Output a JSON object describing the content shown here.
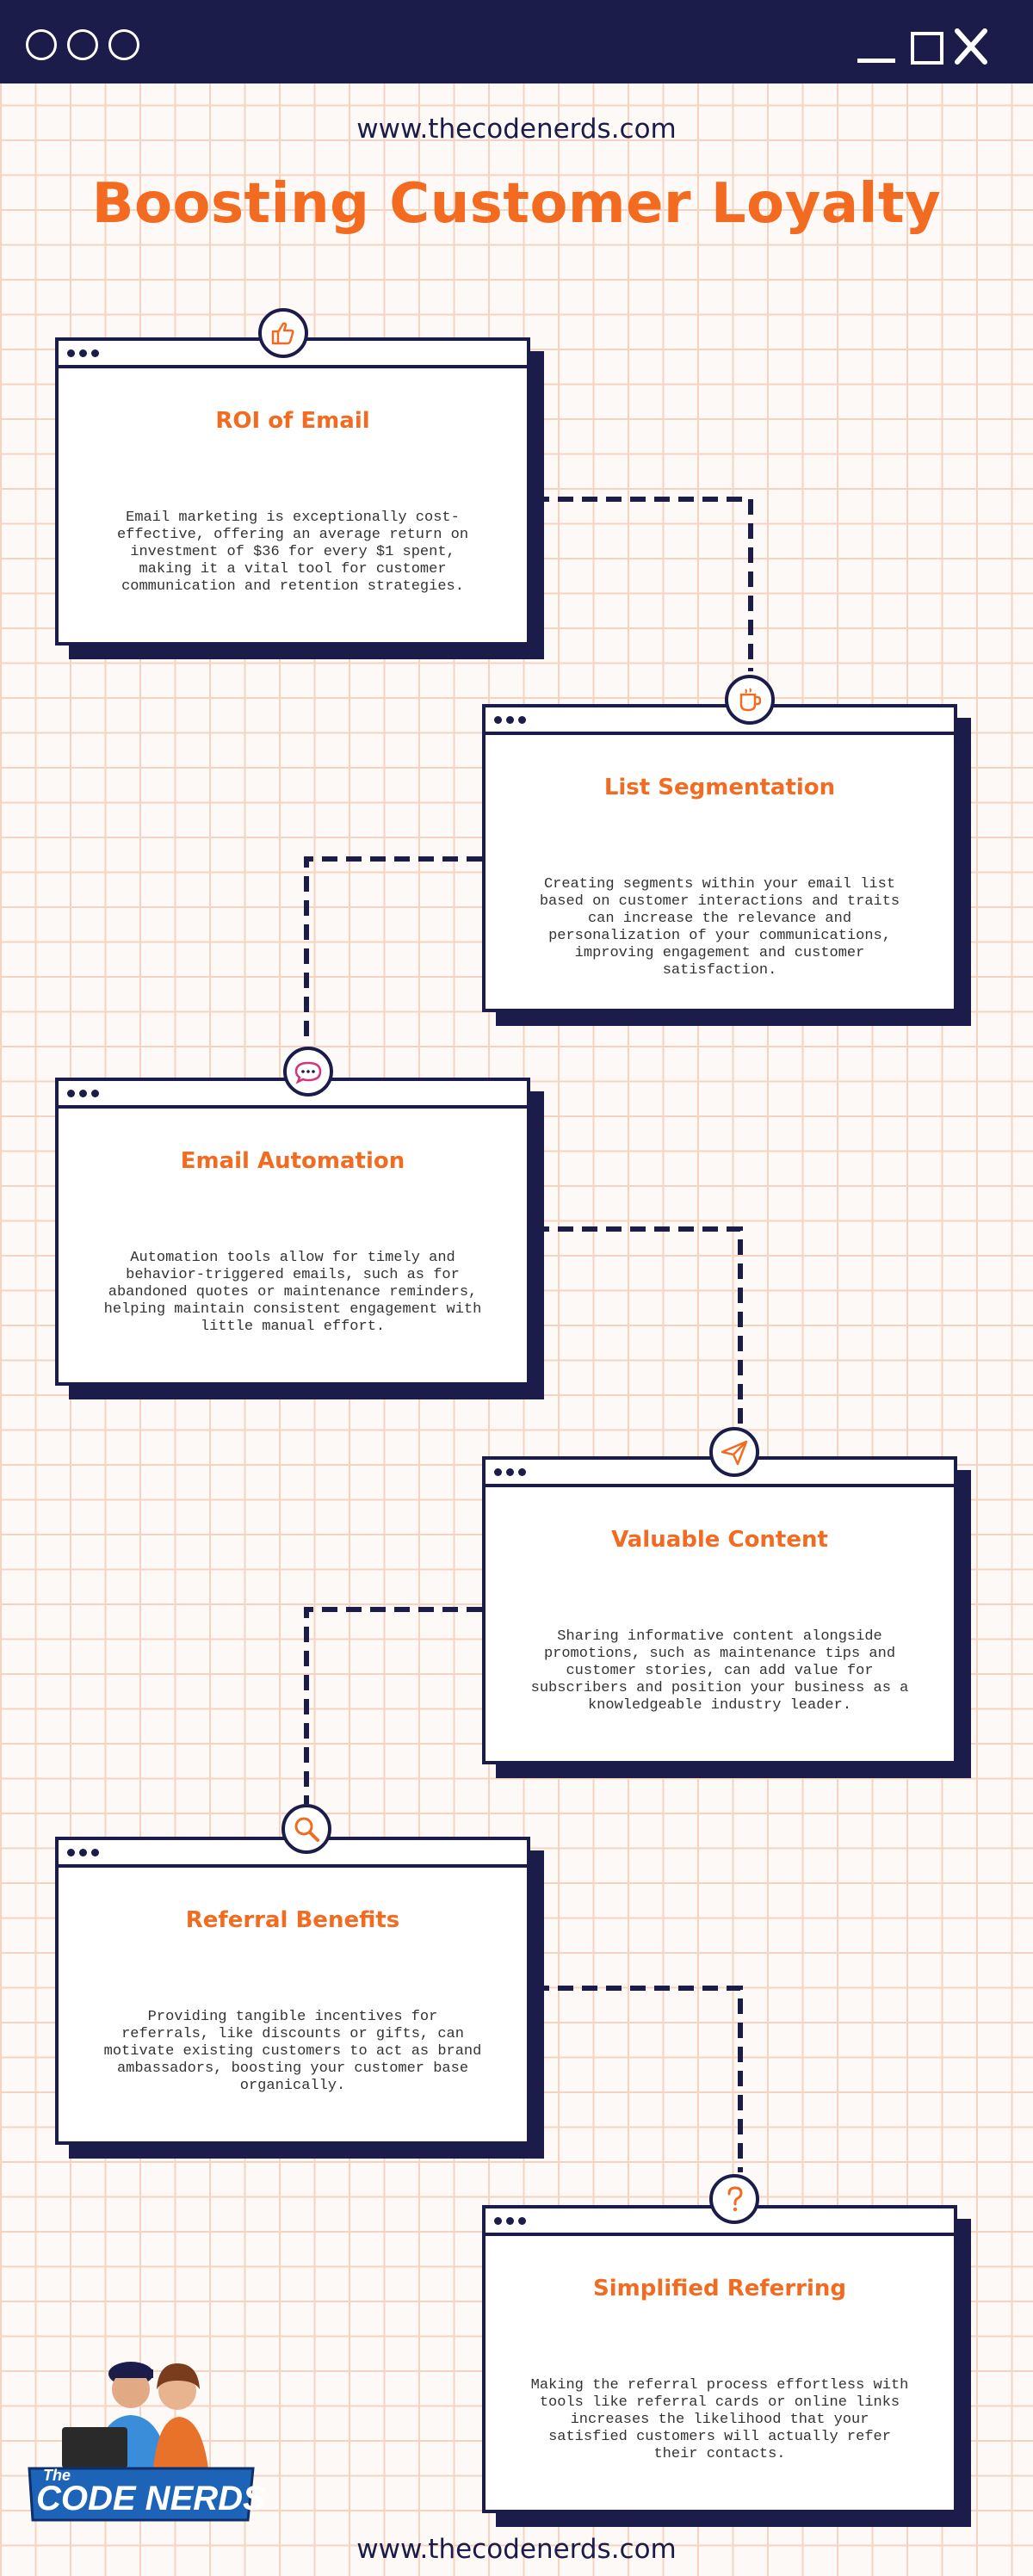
{
  "window": {
    "controls": [
      "circle",
      "circle",
      "circle"
    ],
    "right_controls": [
      "minimize-icon",
      "maximize-icon",
      "close-icon"
    ]
  },
  "header": {
    "url": "www.thecodenerds.com",
    "title": "Boosting Customer Loyalty"
  },
  "cards": [
    {
      "icon": "thumbs-up-icon",
      "title": "ROI of Email",
      "body": "Email marketing is exceptionally cost-effective, offering an average return on investment of $36 for every $1 spent, making it a vital tool for customer communication and retention strategies."
    },
    {
      "icon": "coffee-cup-icon",
      "title": "List Segmentation",
      "body": "Creating segments within your email list based on customer interactions and traits can increase the relevance and personalization of your communications, improving engagement and customer satisfaction."
    },
    {
      "icon": "chat-bubble-icon",
      "title": "Email Automation",
      "body": "Automation tools allow for timely and behavior-triggered emails, such as for abandoned quotes or maintenance reminders, helping maintain consistent engagement with little manual effort."
    },
    {
      "icon": "paper-plane-icon",
      "title": "Valuable Content",
      "body": "Sharing informative content alongside promotions, such as maintenance tips and customer stories, can add value for subscribers and position your business as a knowledgeable industry leader."
    },
    {
      "icon": "magnifier-icon",
      "title": "Referral Benefits",
      "body": "Providing tangible incentives for referrals, like discounts or gifts, can motivate existing customers to act as brand ambassadors, boosting your customer base organically."
    },
    {
      "icon": "question-mark-icon",
      "title": "Simplified Referring",
      "body": "Making the referral process effortless with tools like referral cards or online links increases the likelihood that your satisfied customers will actually refer their contacts."
    }
  ],
  "footer": {
    "url": "www.thecodenerds.com",
    "logo_text": "The CODE NERDS"
  },
  "colors": {
    "navy": "#1b1c49",
    "orange": "#f36b20",
    "grid": "#f6d2c0",
    "background": "#fdf9f7"
  }
}
